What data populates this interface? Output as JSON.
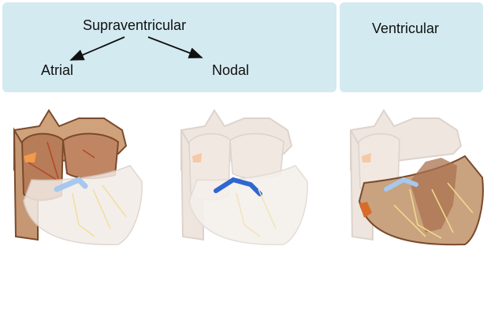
{
  "labels": {
    "supraventricular": "Supraventricular",
    "atrial": "Atrial",
    "nodal": "Nodal",
    "ventricular": "Ventricular"
  },
  "colors": {
    "panel_bg": "#d3eaf0",
    "tissue": "#c9a27f",
    "tissue_dark": "#8c5a3a",
    "focus_orange": "#f29a4a",
    "av_node_blue": "#2f66d0",
    "purkinje": "#f0d98a",
    "faded_heart": "#efe6e0"
  }
}
